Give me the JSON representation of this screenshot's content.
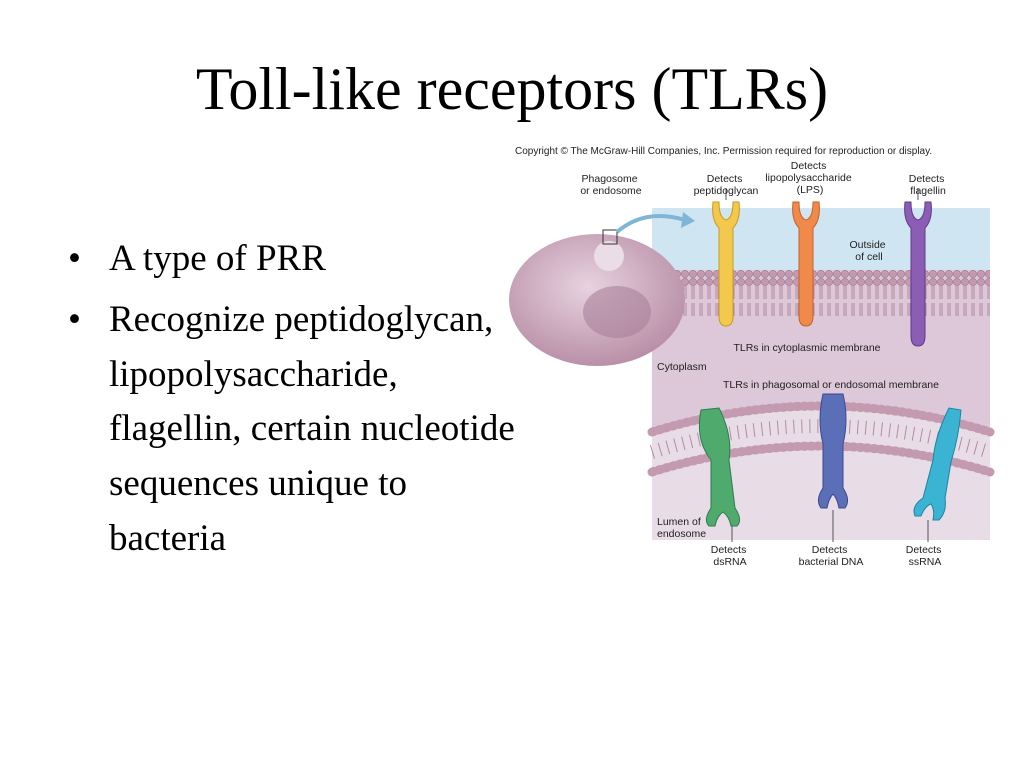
{
  "slide": {
    "title": "Toll-like receptors (TLRs)",
    "bullets": [
      {
        "marker": "•",
        "lines": [
          "A type of PRR"
        ]
      },
      {
        "marker": "•",
        "lines": [
          "Recognize peptidoglycan,",
          "lipopolysaccharide,",
          "flagellin, certain nucleotide",
          "sequences unique to",
          "bacteria"
        ]
      }
    ]
  },
  "figure": {
    "copyright": "Copyright © The McGraw-Hill Companies, Inc. Permission required for reproduction or display.",
    "phagosome_label": [
      "Phagosome",
      "or endosome"
    ],
    "peptidoglycan_label": [
      "Detects",
      "peptidoglycan"
    ],
    "lps_label": [
      "Detects",
      "lipopolysaccharide",
      "(LPS)"
    ],
    "flagellin_label": [
      "Detects",
      "flagellin"
    ],
    "outside_label": [
      "Outside",
      "of cell"
    ],
    "tlr_cytoplasmic_label": "TLRs in cytoplasmic membrane",
    "cytoplasm_label": "Cytoplasm",
    "tlr_endosomal_label": "TLRs in phagosomal or endosomal membrane",
    "lumen_label": [
      "Lumen of",
      "endosome"
    ],
    "dsrna_label": [
      "Detects",
      "dsRNA"
    ],
    "bacterial_dna_label": [
      "Detects",
      "bacterial DNA"
    ],
    "ssrna_label": [
      "Detects",
      "ssRNA"
    ],
    "colors": {
      "outside": "#cfe6f2",
      "membrane": "#c49ab0",
      "cytoplasm": "#dcc8d8",
      "receptor_yellow": "#f2c94c",
      "receptor_orange": "#f08a4b",
      "receptor_purple": "#8b5db5",
      "receptor_green": "#4faa6e",
      "receptor_blue": "#5a6fb8",
      "receptor_cyan": "#3bb4d4",
      "cell": "#c8a4b8"
    }
  }
}
